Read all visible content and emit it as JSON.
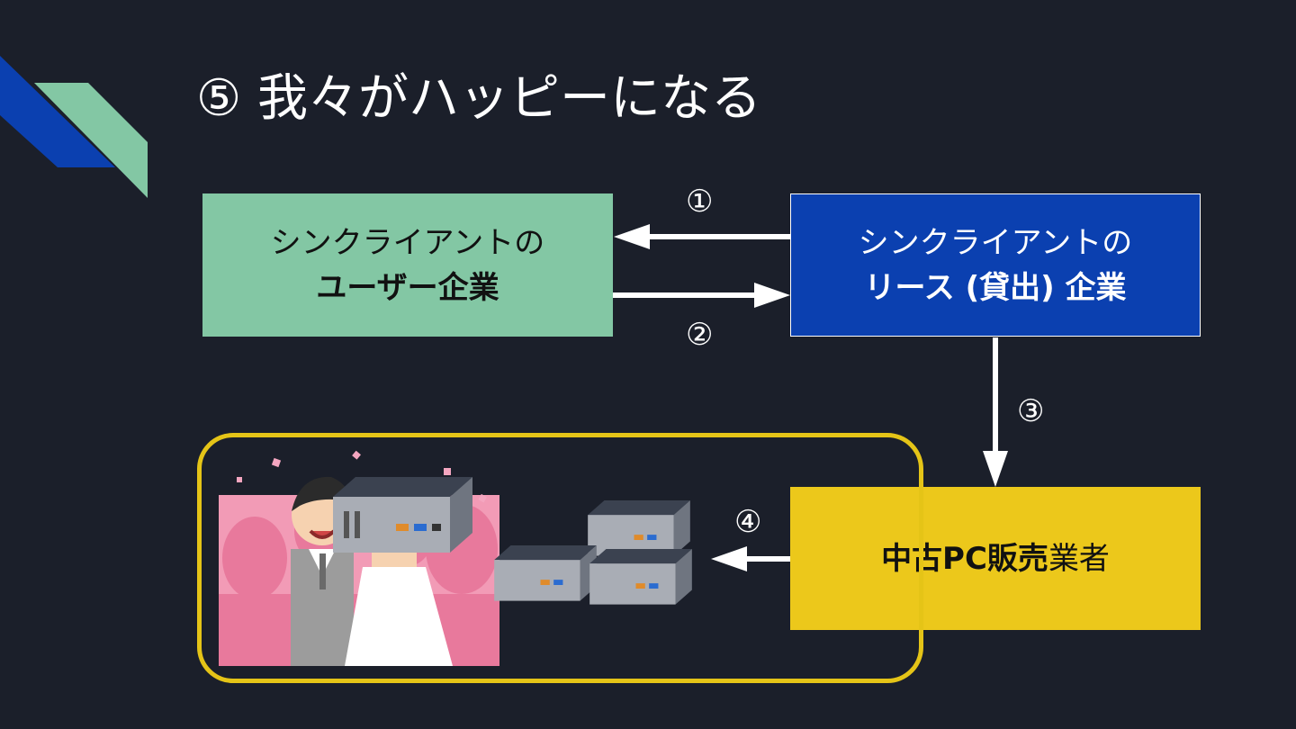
{
  "title": "⑤ 我々がハッピーになる",
  "boxes": {
    "user": {
      "line1": "シンクライアントの",
      "line2": "ユーザー企業"
    },
    "lease": {
      "line1": "シンクライアントの",
      "line2": "リース (貸出) 企業"
    },
    "used": {
      "bold": "中古PC販売",
      "normal": "業者"
    }
  },
  "steps": {
    "s1": "①",
    "s2": "②",
    "s3": "③",
    "s4": "④"
  },
  "colors": {
    "background": "#1b1f2a",
    "user_box": "#83c7a4",
    "lease_box": "#0b40b0",
    "used_box": "#ecc81b",
    "group_border": "#e5c417"
  },
  "icons": [
    "wedding-couple-illustration",
    "mini-pc-illustration"
  ]
}
